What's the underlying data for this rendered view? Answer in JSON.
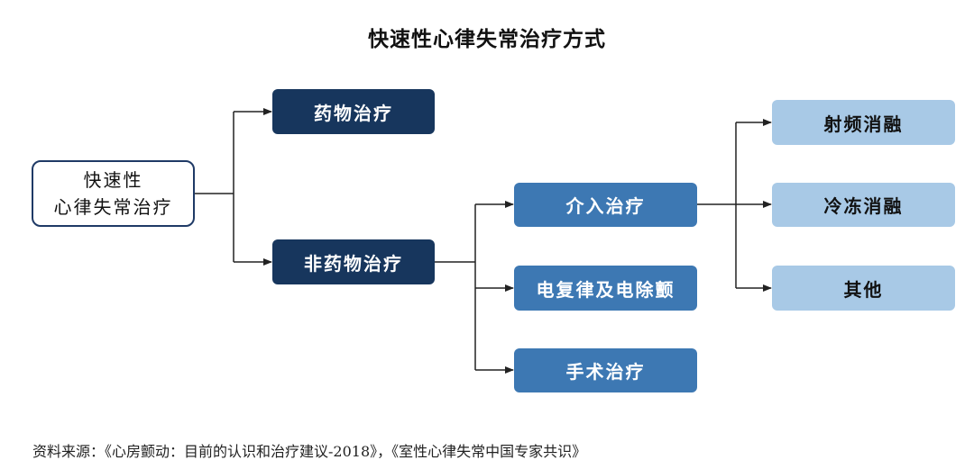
{
  "title": "快速性心律失常治疗方式",
  "root": {
    "line1": "快速性",
    "line2": "心律失常治疗"
  },
  "level1": {
    "drug": "药物治疗",
    "non_drug": "非药物治疗"
  },
  "level2": {
    "interventional": "介入治疗",
    "cardioversion": "电复律及电除颤",
    "surgery": "手术治疗"
  },
  "level3": {
    "rf_ablation": "射频消融",
    "cryo_ablation": "冷冻消融",
    "other": "其他"
  },
  "source": "资料来源：《心房颤动：目前的认识和治疗建议-2018》，《室性心律失常中国专家共识》",
  "colors": {
    "dark": "#17365d",
    "mid": "#3d78b3",
    "light": "#a8c9e6",
    "root_border": "#1f3a66",
    "connector": "#222222"
  }
}
